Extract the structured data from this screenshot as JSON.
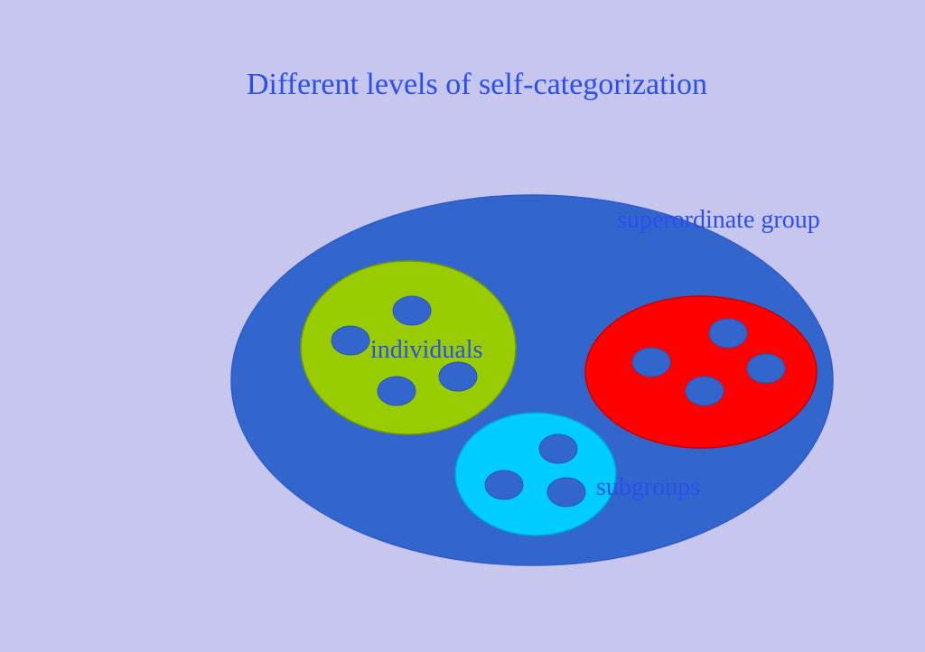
{
  "slide": {
    "title": "Different levels of self-categorization"
  },
  "labels": {
    "superordinate": "superordinate group",
    "individuals": "individuals",
    "subgroups": "subgroups"
  },
  "colors": {
    "background": "#c6c6ef",
    "text": "#2a4ef0",
    "superordinate_fill": "#3366cc",
    "subgroup_green": "#99cc00",
    "subgroup_red": "#ff0000",
    "subgroup_cyan": "#00ccff",
    "individual_fill": "#3366cc"
  },
  "groups": {
    "superordinate_count": 1,
    "subgroups": [
      {
        "color_key": "subgroup_green",
        "individuals": 4
      },
      {
        "color_key": "subgroup_red",
        "individuals": 4
      },
      {
        "color_key": "subgroup_cyan",
        "individuals": 3
      }
    ]
  }
}
